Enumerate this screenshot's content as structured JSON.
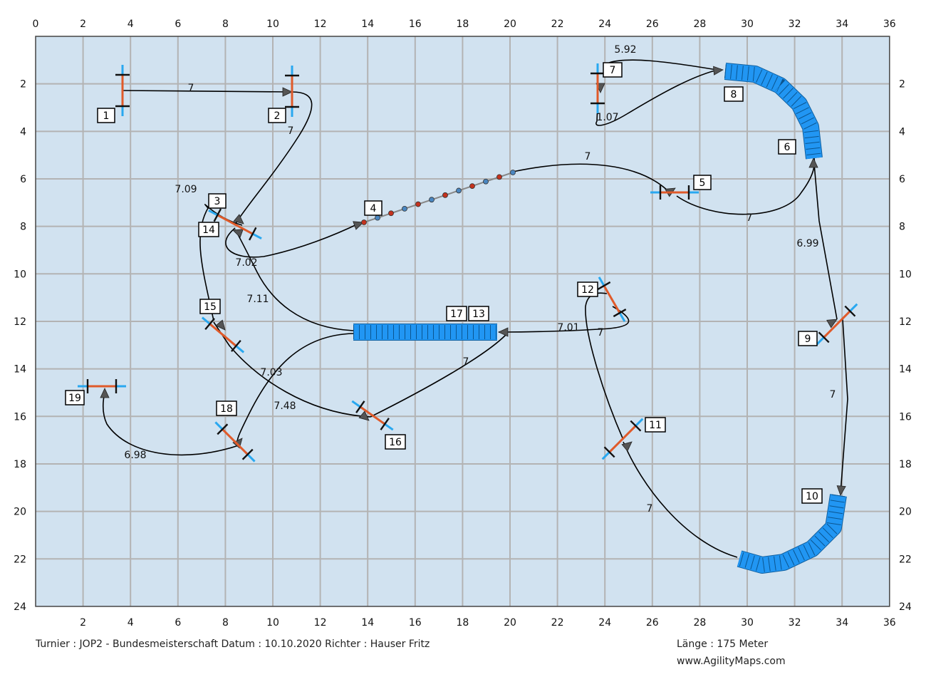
{
  "grid": {
    "x_ticks": [
      "0",
      "2",
      "4",
      "6",
      "8",
      "10",
      "12",
      "14",
      "16",
      "18",
      "20",
      "22",
      "24",
      "26",
      "28",
      "30",
      "32",
      "34",
      "36"
    ],
    "y_ticks": [
      "2",
      "4",
      "6",
      "8",
      "10",
      "12",
      "14",
      "16",
      "18",
      "20",
      "22",
      "24"
    ],
    "x_max": 36,
    "y_max": 24
  },
  "colors": {
    "field": "#d1e2f0",
    "grid": "#b3b3b3",
    "tunnel": "#2196f3",
    "pole": "#e05a2a",
    "wing": "#29a8f0",
    "path": "#000000"
  },
  "obstacles": [
    {
      "num": "1",
      "type": "jump"
    },
    {
      "num": "2",
      "type": "jump"
    },
    {
      "num": "3",
      "type": "jump"
    },
    {
      "num": "14",
      "type": "jump"
    },
    {
      "num": "4",
      "type": "weave"
    },
    {
      "num": "5",
      "type": "jump"
    },
    {
      "num": "6",
      "type": "tunnel"
    },
    {
      "num": "7",
      "type": "jump"
    },
    {
      "num": "8",
      "type": "tunnel"
    },
    {
      "num": "9",
      "type": "jump"
    },
    {
      "num": "10",
      "type": "tunnel"
    },
    {
      "num": "11",
      "type": "jump"
    },
    {
      "num": "12",
      "type": "jump"
    },
    {
      "num": "13",
      "type": "tunnel"
    },
    {
      "num": "17",
      "type": "tunnel"
    },
    {
      "num": "15",
      "type": "jump"
    },
    {
      "num": "16",
      "type": "jump"
    },
    {
      "num": "18",
      "type": "jump"
    },
    {
      "num": "19",
      "type": "jump"
    }
  ],
  "distances": [
    "7",
    "7",
    "7.09",
    "7.02",
    "7",
    "7",
    "1.07",
    "5.92",
    "6.99",
    "7",
    "7",
    "7.01",
    "7",
    "7.11",
    "7.03",
    "7.48",
    "7",
    "6.98"
  ],
  "footer": {
    "left": "Turnier : JOP2 - Bundesmeisterschaft   Datum : 10.10.2020   Richter : Hauser Fritz",
    "length": "Länge : 175 Meter",
    "website": "www.AgilityMaps.com"
  }
}
